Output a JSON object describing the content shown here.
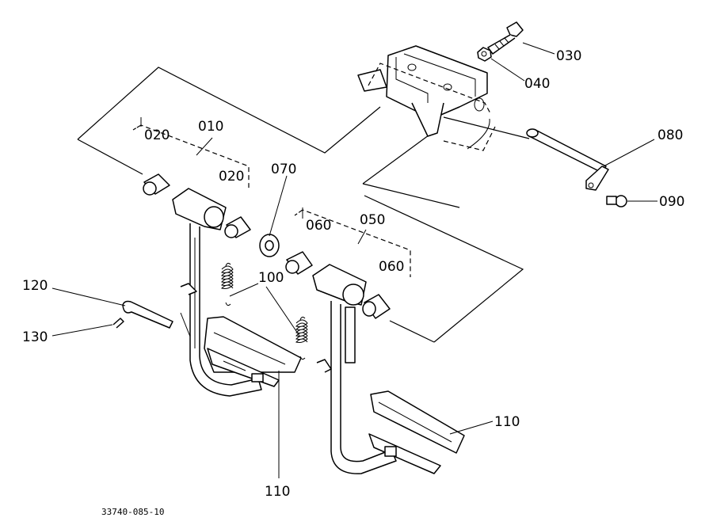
{
  "callouts": {
    "c010": "010",
    "c020a": "020",
    "c020b": "020",
    "c030": "030",
    "c040": "040",
    "c050": "050",
    "c060a": "060",
    "c060b": "060",
    "c070": "070",
    "c080": "080",
    "c090": "090",
    "c100": "100",
    "c110a": "110",
    "c110b": "110",
    "c120": "120",
    "c130": "130"
  },
  "figure_number": "33740-085-10"
}
